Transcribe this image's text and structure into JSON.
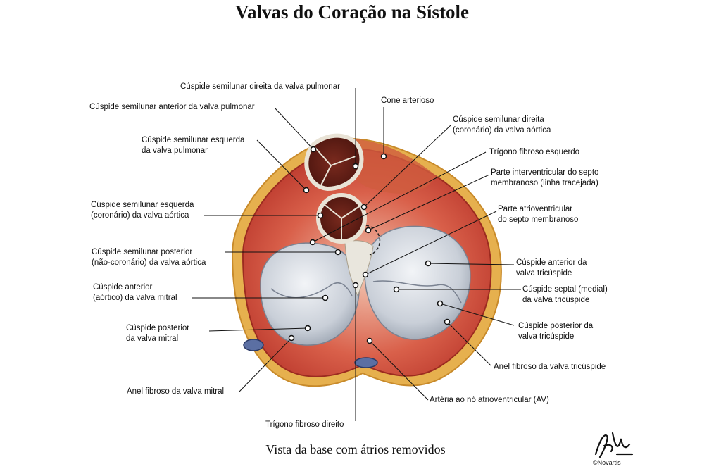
{
  "title": "Valvas do Coração na Sístole",
  "caption": "Vista da base com átrios removidos",
  "copyright": "©Novartis",
  "labels": {
    "pulm_right": "Cúspide semilunar direita da valva pulmonar",
    "pulm_anterior": "Cúspide semilunar anterior da valva pulmonar",
    "pulm_left_1": "Cúspide semilunar esquerda",
    "pulm_left_2": "da valva pulmonar",
    "aortic_left_1": "Cúspide semilunar esquerda",
    "aortic_left_2": "(coronário) da valva aórtica",
    "aortic_posterior_1": "Cúspide semilunar posterior",
    "aortic_posterior_2": "(não-coronário) da valva aórtica",
    "mitral_anterior_1": "Cúspide anterior",
    "mitral_anterior_2": "(aórtico) da valva mitral",
    "mitral_posterior_1": "Cúspide posterior",
    "mitral_posterior_2": "da valva mitral",
    "mitral_annulus": "Anel fibroso da valva mitral",
    "right_trigone": "Trígono fibroso direito",
    "conus": "Cone arterioso",
    "aortic_right_1": "Cúspide semilunar direita",
    "aortic_right_2": "(coronário) da valva aórtica",
    "left_trigone": "Trígono fibroso esquerdo",
    "interventricular_1": "Parte interventricular do septo",
    "interventricular_2": "membranoso (linha tracejada)",
    "atrioventricular_1": "Parte atrioventricular",
    "atrioventricular_2": "do septo membranoso",
    "tricuspid_anterior_1": "Cúspide anterior da",
    "tricuspid_anterior_2": "valva tricúspide",
    "tricuspid_septal_1": "Cúspide septal (medial)",
    "tricuspid_septal_2": "da valva tricúspide",
    "tricuspid_posterior_1": "Cúspide posterior da",
    "tricuspid_posterior_2": "valva tricúspide",
    "tricuspid_annulus": "Anel fibroso da valva tricúspide",
    "av_node_artery": "Artéria ao nó atrioventricular (AV)"
  }
}
